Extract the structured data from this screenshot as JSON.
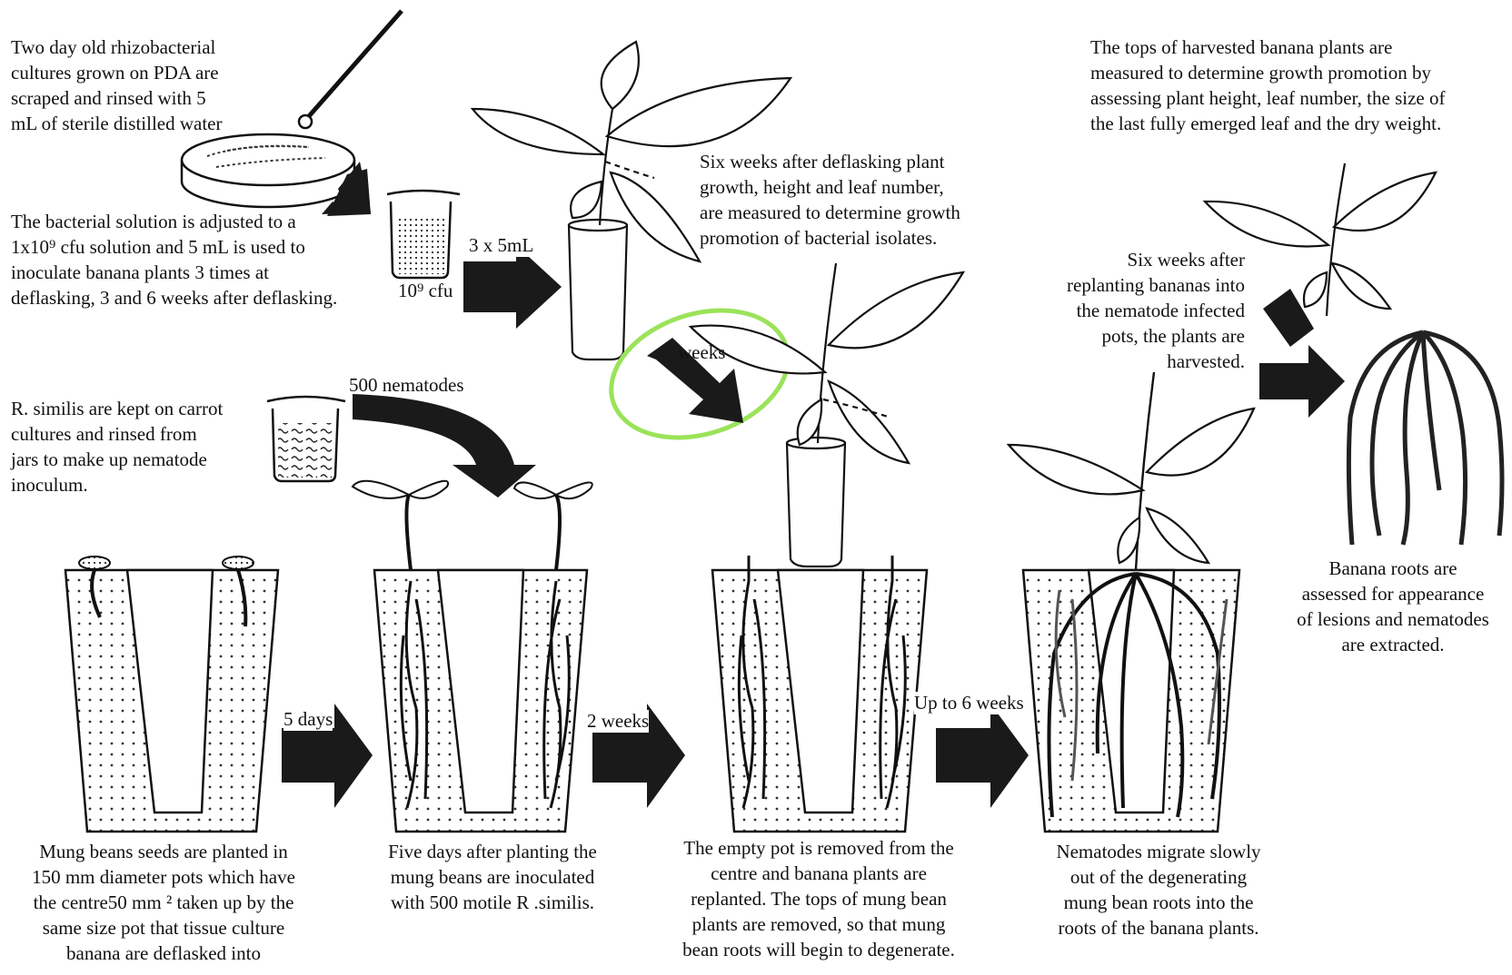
{
  "steps": {
    "culture": [
      "Two day old rhizobacterial",
      "cultures grown on PDA are",
      "scraped and rinsed with 5",
      "mL of sterile distilled water"
    ],
    "solution": [
      "The bacterial solution is adjusted to a",
      "1x10⁹ cfu solution and 5 mL is used to",
      "inoculate banana plants 3 times at",
      "deflasking, 3 and 6 weeks after  deflasking."
    ],
    "six_weeks_deflask": [
      "Six weeks after deflasking plant",
      "growth, height and leaf number,",
      "are measured to determine growth",
      "promotion of bacterial isolates."
    ],
    "tops": [
      "The tops of harvested banana plants are",
      "measured to determine growth promotion by",
      "assessing plant height, leaf number, the size of",
      "the last fully emerged leaf and the dry weight."
    ],
    "replant_harvest": [
      "Six weeks after",
      "replanting bananas into",
      "the nematode infected",
      "pots, the plants are",
      "harvested."
    ],
    "nematode_culture": [
      "R. similis are kept on carrot",
      "cultures and rinsed from",
      "jars to make up nematode",
      "inoculum."
    ],
    "roots_assessed": [
      "Banana roots are",
      "assessed for appearance",
      "of lesions and nematodes",
      "are extracted."
    ],
    "mung_planted": [
      "Mung beans seeds are planted in",
      "150 mm diameter pots which have",
      "the centre50 mm ² taken up by the",
      "same size pot that tissue culture",
      "banana are deflasked into"
    ],
    "five_days_after": [
      "Five days after planting the",
      "mung beans are inoculated",
      "with 500 motile  R .similis."
    ],
    "empty_pot": [
      "The empty pot is removed from the",
      "centre and banana plants are",
      "replanted.  The tops of  mung bean",
      "plants are removed,  so that  mung",
      "bean roots will begin to degenerate."
    ],
    "migrate": [
      "Nematodes migrate slowly",
      "out of the degenerating",
      "mung bean roots into the",
      "roots of the banana plants."
    ]
  },
  "labels": {
    "cfu": "10⁹ cfu",
    "dose": "3 x 5mL",
    "weeks": "weeks",
    "nematodes": "500 nematodes",
    "five_days": "5 days",
    "two_weeks": "2 weeks",
    "up_to_six_weeks": "Up to 6 weeks"
  },
  "colors": {
    "ink": "#111111",
    "arrow": "#1a1a1a",
    "highlight": "#9be35a",
    "soil_dot": "#333333"
  }
}
